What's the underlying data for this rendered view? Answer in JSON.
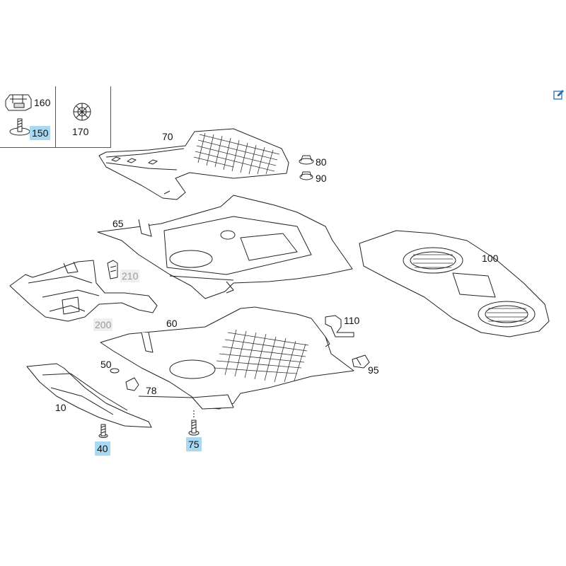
{
  "toolbar": {
    "edit_icon": "edit-icon"
  },
  "inset": {
    "items": [
      {
        "number": "160",
        "icon": "clip-icon"
      },
      {
        "number": "150",
        "icon": "screw-washer-icon",
        "highlighted": true
      },
      {
        "number": "170",
        "icon": "push-nut-icon"
      }
    ]
  },
  "parts": [
    {
      "number": "70",
      "highlighted": false,
      "muted": false
    },
    {
      "number": "80",
      "highlighted": false,
      "muted": false
    },
    {
      "number": "90",
      "highlighted": false,
      "muted": false
    },
    {
      "number": "65",
      "highlighted": false,
      "muted": false
    },
    {
      "number": "210",
      "highlighted": false,
      "muted": true
    },
    {
      "number": "100",
      "highlighted": false,
      "muted": false
    },
    {
      "number": "200",
      "highlighted": false,
      "muted": true
    },
    {
      "number": "60",
      "highlighted": false,
      "muted": false
    },
    {
      "number": "110",
      "highlighted": false,
      "muted": false
    },
    {
      "number": "50",
      "highlighted": false,
      "muted": false
    },
    {
      "number": "78",
      "highlighted": false,
      "muted": false
    },
    {
      "number": "95",
      "highlighted": false,
      "muted": false
    },
    {
      "number": "10",
      "highlighted": false,
      "muted": false
    },
    {
      "number": "40",
      "highlighted": true,
      "muted": false
    },
    {
      "number": "75",
      "highlighted": true,
      "muted": false
    }
  ],
  "colors": {
    "highlight": "#a9d8f2",
    "muted_text": "#9a9a9a",
    "line": "#222222"
  }
}
